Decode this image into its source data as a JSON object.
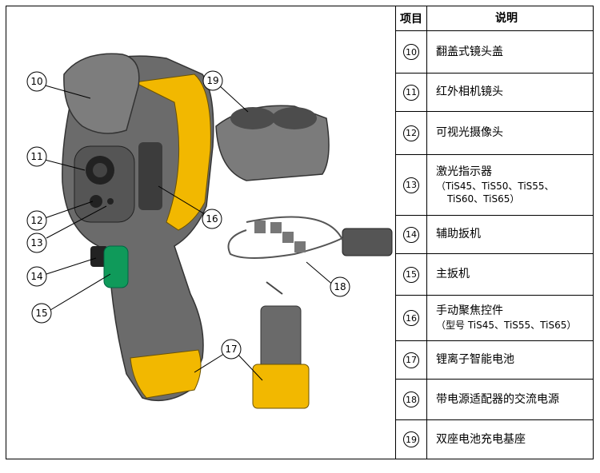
{
  "table": {
    "header": {
      "item": "项目",
      "desc": "说明"
    },
    "rows": [
      {
        "num": "10",
        "desc": [
          "翻盖式镜头盖"
        ]
      },
      {
        "num": "11",
        "desc": [
          "红外相机镜头"
        ]
      },
      {
        "num": "12",
        "desc": [
          "可视光摄像头"
        ]
      },
      {
        "num": "13",
        "desc": [
          "激光指示器",
          "（TiS45、TiS50、TiS55、",
          "TiS60、TiS65）"
        ]
      },
      {
        "num": "14",
        "desc": [
          "辅助扳机"
        ]
      },
      {
        "num": "15",
        "desc": [
          "主扳机"
        ]
      },
      {
        "num": "16",
        "desc": [
          "手动聚焦控件",
          "（型号 TiS45、TiS55、TiS65）"
        ]
      },
      {
        "num": "17",
        "desc": [
          "锂离子智能电池"
        ]
      },
      {
        "num": "18",
        "desc": [
          "带电源适配器的交流电源"
        ]
      },
      {
        "num": "19",
        "desc": [
          "双座电池充电基座"
        ]
      }
    ]
  },
  "figure": {
    "callouts": [
      "10",
      "11",
      "12",
      "13",
      "14",
      "15",
      "16",
      "17",
      "18",
      "19"
    ]
  }
}
